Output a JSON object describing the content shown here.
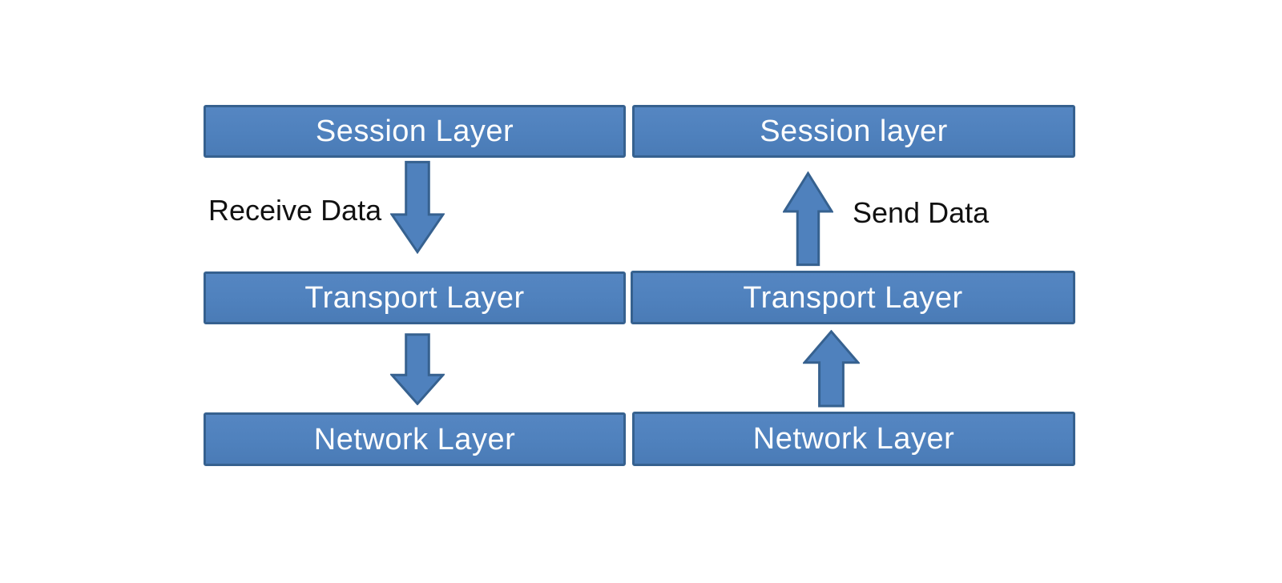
{
  "colors": {
    "background": "#ffffff",
    "box_fill": "#4f81bd",
    "box_border": "#36618f",
    "arrow_fill": "#4f81bd",
    "arrow_border": "#36618f",
    "box_text": "#fdfdfd",
    "flow_label_text": "#111111"
  },
  "left_flow": {
    "flow_label": "Receive Data",
    "direction": "down",
    "boxes": [
      {
        "label": "Session Layer"
      },
      {
        "label": "Transport Layer"
      },
      {
        "label": "Network Layer"
      }
    ]
  },
  "right_flow": {
    "flow_label": "Send Data",
    "direction": "up",
    "boxes": [
      {
        "label": "Session layer"
      },
      {
        "label": "Transport Layer"
      },
      {
        "label": "Network Layer"
      }
    ]
  }
}
